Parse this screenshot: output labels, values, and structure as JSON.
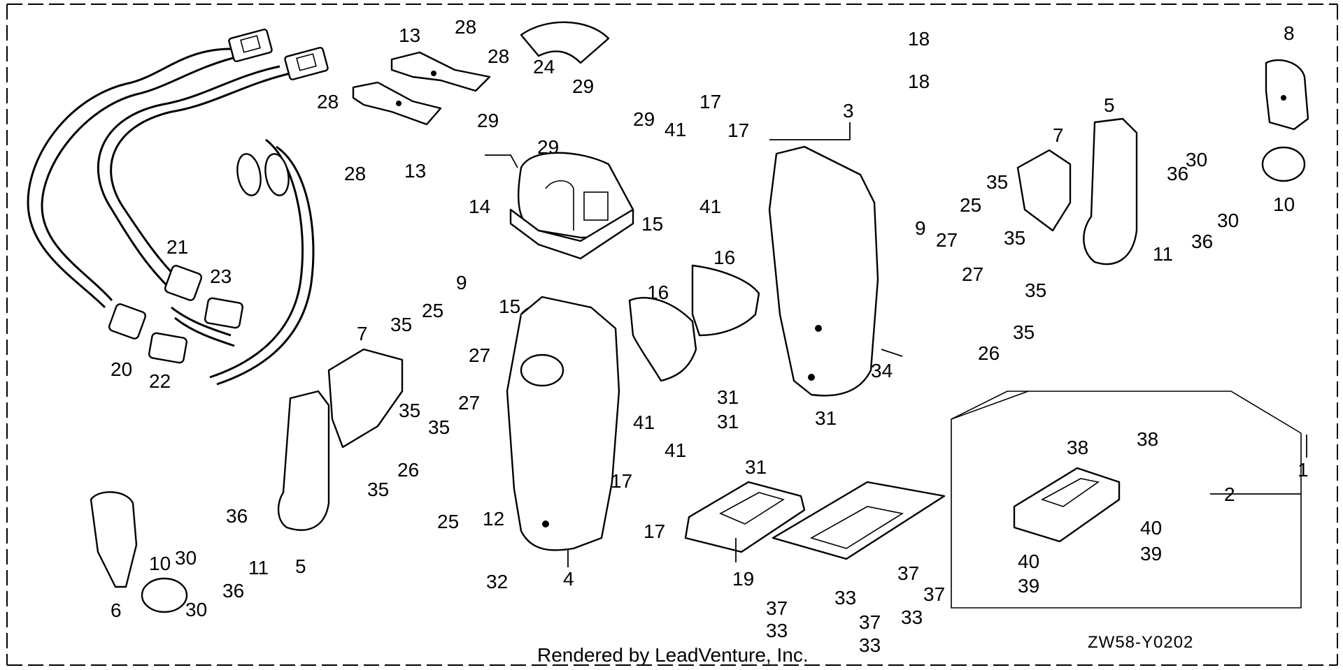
{
  "diagram": {
    "code": "ZW58-Y0202",
    "credit": "Rendered by LeadVenture, Inc.",
    "callouts": {
      "c1": "1",
      "c2": "2",
      "c3": "3",
      "c4": "4",
      "c5a": "5",
      "c5b": "5",
      "c6": "6",
      "c7a": "7",
      "c7b": "7",
      "c8": "8",
      "c9a": "9",
      "c9b": "9",
      "c10a": "10",
      "c10b": "10",
      "c11a": "11",
      "c11b": "11",
      "c12": "12",
      "c13a": "13",
      "c13b": "13",
      "c14": "14",
      "c15a": "15",
      "c15b": "15",
      "c16a": "16",
      "c16b": "16",
      "c17a": "17",
      "c17b": "17",
      "c17c": "17",
      "c17d": "17",
      "c18a": "18",
      "c18b": "18",
      "c19": "19",
      "c20": "20",
      "c21": "21",
      "c22": "22",
      "c23": "23",
      "c24": "24",
      "c25a": "25",
      "c25b": "25",
      "c25c": "25",
      "c26a": "26",
      "c26b": "26",
      "c27a": "27",
      "c27b": "27",
      "c27c": "27",
      "c27d": "27",
      "c28a": "28",
      "c28b": "28",
      "c28c": "28",
      "c28d": "28",
      "c29a": "29",
      "c29b": "29",
      "c29c": "29",
      "c29d": "29",
      "c30a": "30",
      "c30b": "30",
      "c30c": "30",
      "c30d": "30",
      "c31a": "31",
      "c31b": "31",
      "c31c": "31",
      "c31d": "31",
      "c32": "32",
      "c33a": "33",
      "c33b": "33",
      "c33c": "33",
      "c33d": "33",
      "c34": "34",
      "c35a": "35",
      "c35b": "35",
      "c35c": "35",
      "c35d": "35",
      "c35e": "35",
      "c35f": "35",
      "c35g": "35",
      "c35h": "35",
      "c36a": "36",
      "c36b": "36",
      "c36c": "36",
      "c36d": "36",
      "c37a": "37",
      "c37b": "37",
      "c37c": "37",
      "c37d": "37",
      "c38a": "38",
      "c38b": "38",
      "c39a": "39",
      "c39b": "39",
      "c40a": "40",
      "c40b": "40",
      "c41a": "41",
      "c41b": "41",
      "c41c": "41",
      "c41d": "41"
    }
  }
}
